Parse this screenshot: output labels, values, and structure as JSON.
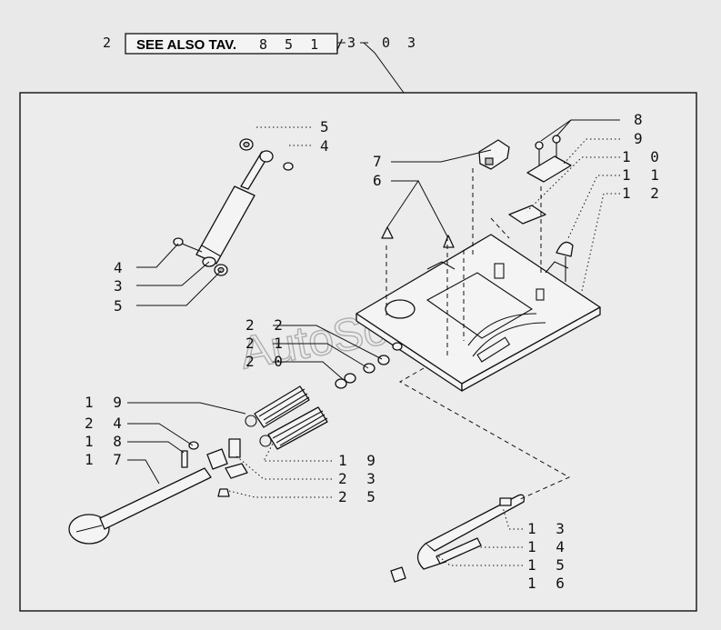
{
  "reference": {
    "prefix_number": "2",
    "see_also_text": "SEE ALSO TAV.",
    "table_number": "8 5 1 /",
    "suffix_a": "3",
    "suffix_b": "0 3"
  },
  "watermark": "AutoSoft",
  "callouts": [
    {
      "id": "c5a",
      "label": "5"
    },
    {
      "id": "c4a",
      "label": "4"
    },
    {
      "id": "c4b",
      "label": "4"
    },
    {
      "id": "c3",
      "label": "3"
    },
    {
      "id": "c5b",
      "label": "5"
    },
    {
      "id": "c7",
      "label": "7"
    },
    {
      "id": "c6",
      "label": "6"
    },
    {
      "id": "c8",
      "label": "8"
    },
    {
      "id": "c9",
      "label": "9"
    },
    {
      "id": "c10",
      "label": "1 0"
    },
    {
      "id": "c11",
      "label": "1 1"
    },
    {
      "id": "c12",
      "label": "1 2"
    },
    {
      "id": "c22",
      "label": "2 2"
    },
    {
      "id": "c21",
      "label": "2 1"
    },
    {
      "id": "c20",
      "label": "2 0"
    },
    {
      "id": "c19a",
      "label": "1 9"
    },
    {
      "id": "c24",
      "label": "2 4"
    },
    {
      "id": "c18",
      "label": "1 8"
    },
    {
      "id": "c17",
      "label": "1 7"
    },
    {
      "id": "c19b",
      "label": "1 9"
    },
    {
      "id": "c23",
      "label": "2 3"
    },
    {
      "id": "c25",
      "label": "2 5"
    },
    {
      "id": "c13",
      "label": "1 3"
    },
    {
      "id": "c14",
      "label": "1 4"
    },
    {
      "id": "c15",
      "label": "1 5"
    },
    {
      "id": "c16",
      "label": "1 6"
    }
  ]
}
